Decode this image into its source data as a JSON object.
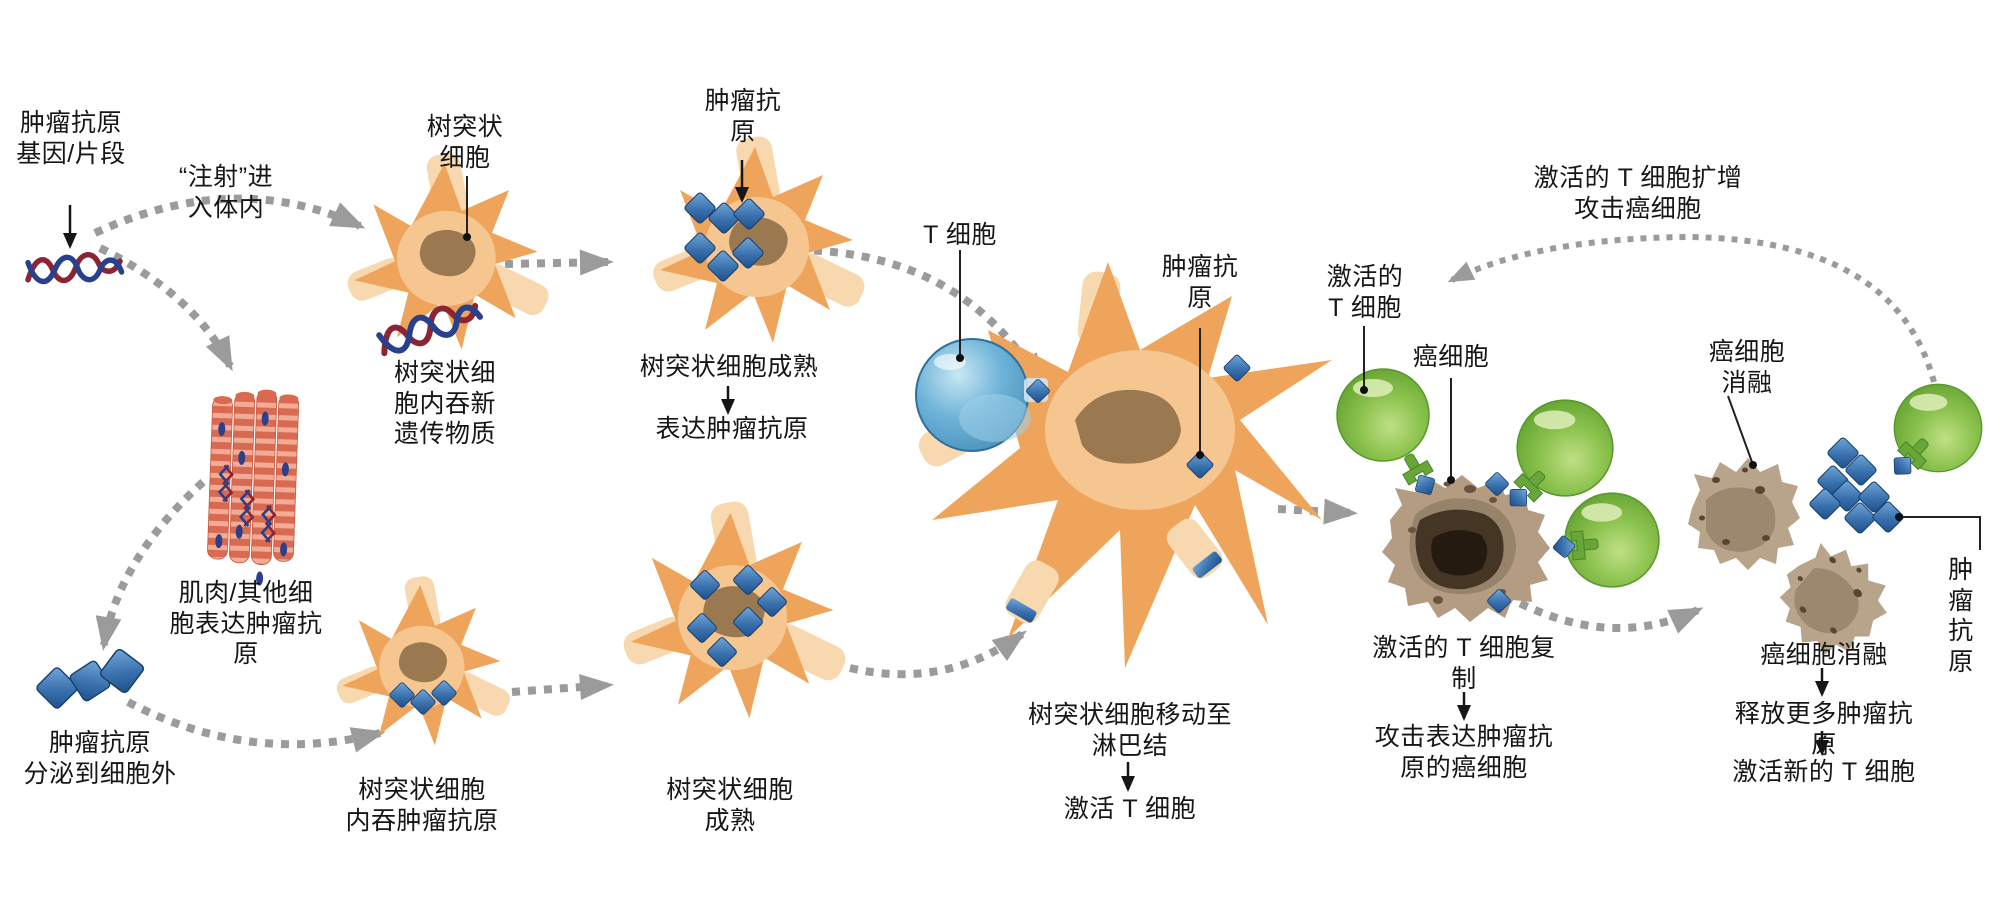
{
  "diagram": {
    "labels": {
      "gene_fragment": "肿瘤抗原\n基因/片段",
      "inject": "“注射”进\n入体内",
      "dc_label": "树突状\n细胞",
      "dc_engulf_genetic": "树突状细\n胞内吞新\n遗传物质",
      "tumor_antigen_top": "肿瘤抗\n原",
      "dc_mature": "树突状细胞成熟",
      "express_antigen": "表达肿瘤抗原",
      "t_cell": "T 细胞",
      "tumor_antigen_mid": "肿瘤抗\n原",
      "dc_migrate": "树突状细胞移动至\n淋巴结",
      "activate_t": "激活 T 细胞",
      "t_expand": "激活的 T 细胞扩增\n攻击癌细胞",
      "activated_t": "激活的\nT 细胞",
      "cancer_cell": "癌细胞",
      "t_replicate": "激活的 T 细胞复\n制",
      "attack_cancer": "攻击表达肿瘤抗\n原的癌细胞",
      "cancer_lysis": "癌细胞\n消融",
      "tumor_antigen_right": "肿瘤\n抗原",
      "cancer_lysis2": "癌细胞消融",
      "release_antigen": "释放更多肿瘤抗原",
      "activate_new_t": "激活新的 T 细胞",
      "muscle_express": "肌肉/其他细\n胞表达肿瘤抗\n原",
      "antigen_secreted": "肿瘤抗原\n分泌到细胞外",
      "dc_engulf_antigen": "树突状细胞\n内吞肿瘤抗原",
      "dc_mature2": "树突状细胞\n成熟"
    },
    "colors": {
      "background": "#ffffff",
      "dendritic_body": "#efa45c",
      "dendritic_inner": "#f6c690",
      "dendritic_tube": "#f8d8ae",
      "nucleus_brown": "#9a7850",
      "antigen_blue_dark": "#1d4f8c",
      "antigen_blue_light": "#74a8da",
      "t_cell_blue": "#6fb4d8",
      "activated_t_green": "#8cc24e",
      "cancer_brown": "#b49c82",
      "cancer_nucleus": "#241a10",
      "muscle_red": "#d96a52",
      "dna_red": "#8c2433",
      "dna_blue": "#27418e",
      "arrow_gray": "#9b9b9b",
      "text": "#161616"
    }
  }
}
